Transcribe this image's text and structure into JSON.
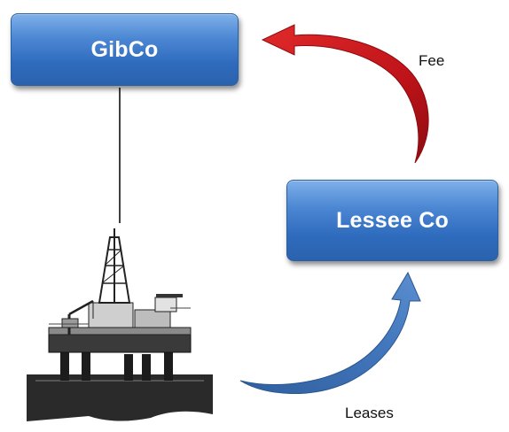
{
  "nodes": {
    "gibco": {
      "label": "GibCo"
    },
    "lessee": {
      "label": "Lessee Co"
    }
  },
  "edges": {
    "fee": {
      "label": "Fee",
      "color": "#c0141a"
    },
    "leases": {
      "label": "Leases",
      "color": "#3f6fb0"
    }
  },
  "connector": {
    "color": "#000000"
  },
  "rig_image": {
    "icon": "oil-rig-icon"
  }
}
